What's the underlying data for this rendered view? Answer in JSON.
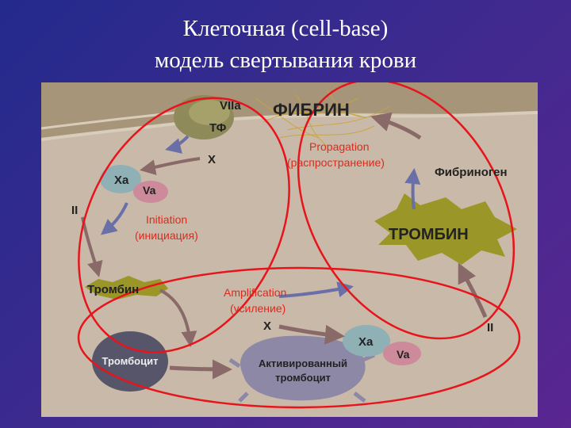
{
  "title": {
    "line1": "Клеточная (cell-base)",
    "line2": "модель свертывания крови"
  },
  "diagram": {
    "nodes": {
      "viia": "VIIa",
      "tf": "ТФ",
      "x_top": "X",
      "xa_left": "Xa",
      "va_left": "Va",
      "ii_left": "II",
      "fibrin": "ФИБРИН",
      "fibrinogen": "Фибриноген",
      "thrombin_big": "ТРОМБИН",
      "thrombin_small": "Тромбин",
      "x_bottom": "X",
      "xa_right": "Xa",
      "va_right": "Va",
      "ii_right": "II",
      "platelet": "Тромбоцит",
      "activated_platelet_line1": "Активированный",
      "activated_platelet_line2": "тромбоцит"
    },
    "phases": {
      "initiation_en": "Initiation",
      "initiation_ru": "(инициация)",
      "propagation_en": "Propagation",
      "propagation_ru": "(распространение)",
      "amplification_en": "Amplification",
      "amplification_ru": "(усиление)"
    },
    "colors": {
      "background": "#c9b9a8",
      "red_outline": "#e8141c",
      "phase_label": "#e0291d",
      "thrombin_burst": "#9a9628",
      "platelet_grey": "#56556a",
      "activated_platelet": "#8c88a6",
      "arrow": "#8a6a68",
      "xa_blob": "#8fb0b4",
      "va_blob": "#cc8a9a"
    }
  }
}
